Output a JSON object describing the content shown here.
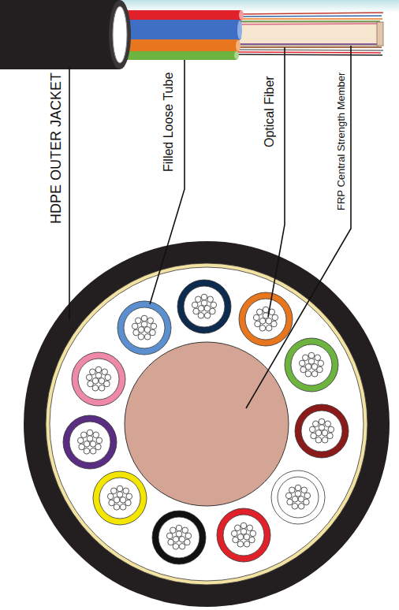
{
  "diagram": {
    "labels": [
      "HDPE OUTER JACKET",
      "Filled Loose Tube",
      "Optical Fiber",
      "FRP Central Strength Member"
    ]
  }
}
